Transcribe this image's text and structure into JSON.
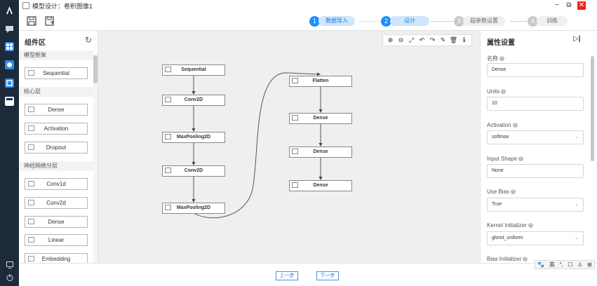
{
  "window": {
    "title": "模型设计：卷积图像1",
    "minimize_glyph": "−",
    "maximize_glyph": "⧉",
    "close_glyph": "✕"
  },
  "toolbar": {
    "save_icon": "save-icon",
    "save_as_icon": "save-as-icon"
  },
  "steps": [
    {
      "num": "1",
      "label": "数据导入",
      "state": "active"
    },
    {
      "num": "2",
      "label": "设计",
      "state": "active"
    },
    {
      "num": "3",
      "label": "超参数设置",
      "state": "inactive"
    },
    {
      "num": "4",
      "label": "训练",
      "state": "inactive"
    }
  ],
  "left_panel": {
    "title": "组件区",
    "refresh_glyph": "↻",
    "groups": [
      {
        "header": "模型框架",
        "items": [
          "Sequential"
        ]
      },
      {
        "header": "核心层",
        "items": [
          "Dense",
          "Activation",
          "Dropout"
        ]
      },
      {
        "header": "神经网络分层",
        "items": [
          "Conv1d",
          "Conv2d",
          "Dense",
          "Linear",
          "Embedding"
        ]
      }
    ]
  },
  "canvas_tools": [
    "⊕",
    "⊖",
    "⤢",
    "↶",
    "↷",
    "✎",
    "🗑",
    "ℹ"
  ],
  "canvas_nodes": {
    "sequential": "Sequential",
    "conv2d_1": "Conv2D",
    "maxpool_1": "MaxPooling2D",
    "conv2d_2": "Conv2D",
    "maxpool_2": "MaxPooling2D",
    "flatten": "Flatten",
    "dense_1": "Dense",
    "dense_2": "Dense",
    "dense_3": "Dense"
  },
  "right_panel": {
    "title": "属性设置",
    "collapse_glyph": "▷|",
    "fields": [
      {
        "label": "名称",
        "value": "Dense",
        "type": "text"
      },
      {
        "label": "Units",
        "value": "10",
        "type": "text"
      },
      {
        "label": "Activation",
        "value": "softmax",
        "type": "select"
      },
      {
        "label": "Input Shape",
        "value": "None",
        "type": "text"
      },
      {
        "label": "Use Bias",
        "value": "True",
        "type": "select"
      },
      {
        "label": "Kernel Initializer",
        "value": "glorot_uniform",
        "type": "select"
      },
      {
        "label": "Bias Initializer",
        "value": "",
        "type": "select"
      }
    ]
  },
  "bottom": {
    "prev": "上一步",
    "next": "下一步"
  },
  "ime": [
    "🐾",
    "英",
    "°,",
    "☐",
    "♙",
    "⊞"
  ],
  "colors": {
    "rail": "#1c2a3a",
    "accent": "#1890ff",
    "canvas_bg": "#efefef"
  }
}
